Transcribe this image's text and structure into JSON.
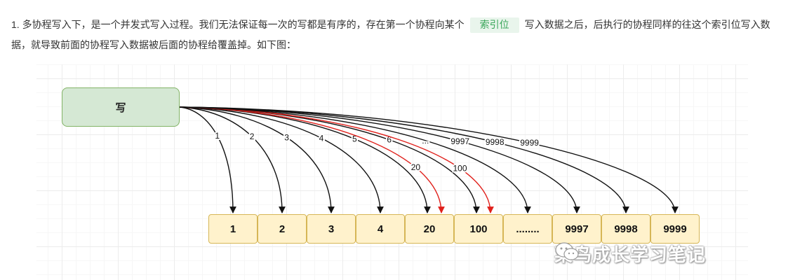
{
  "paragraph": {
    "text_before": "1. 多协程写入下，是一个并发式写入过程。我们无法保证每一次的写都是有序的，存在第一个协程向某个",
    "code": "索引位",
    "text_after": "写入数据之后，后执行的协程同样的往这个索引位写入数据，就导致前面的协程写入数据被后面的协程给覆盖掉。如下图："
  },
  "diagram": {
    "source_label": "写",
    "cells": [
      "1",
      "2",
      "3",
      "4",
      "20",
      "100",
      "........",
      "9997",
      "9998",
      "9999"
    ],
    "arrows": [
      {
        "label": "1",
        "target": 0,
        "color": "black"
      },
      {
        "label": "2",
        "target": 1,
        "color": "black"
      },
      {
        "label": "3",
        "target": 2,
        "color": "black"
      },
      {
        "label": "4",
        "target": 3,
        "color": "black"
      },
      {
        "label": "5",
        "target": 4,
        "color": "black"
      },
      {
        "label": "20",
        "target": 4,
        "color": "red"
      },
      {
        "label": "6",
        "target": 5,
        "color": "black"
      },
      {
        "label": "100",
        "target": 5,
        "color": "red"
      },
      {
        "label": "...",
        "target": 6,
        "color": "black"
      },
      {
        "label": "9997",
        "target": 7,
        "color": "black"
      },
      {
        "label": "9998",
        "target": 8,
        "color": "black"
      },
      {
        "label": "9999",
        "target": 9,
        "color": "black"
      }
    ],
    "colors": {
      "source_fill": "#d5e8d4",
      "source_stroke": "#82b366",
      "cell_fill": "#fff2cc",
      "cell_stroke": "#d6b656",
      "arrow_black": "#111111",
      "arrow_red": "#e0201b",
      "inline_code_bg": "#e9f5ec",
      "inline_code_text": "#3aa65a"
    },
    "watermark": "菜鸟成长学习笔记"
  }
}
